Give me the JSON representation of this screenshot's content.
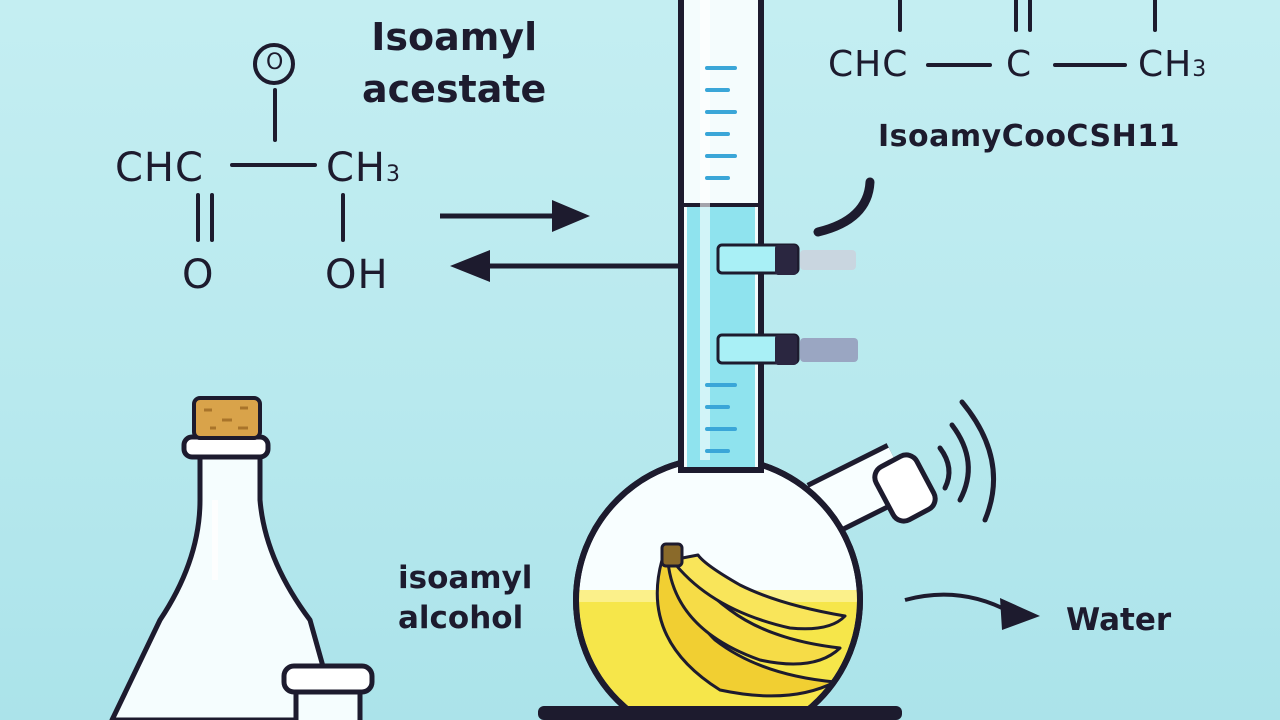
{
  "title": {
    "line1": "Isoamyl",
    "line2": "acestate"
  },
  "left_structure": {
    "top_oxygen": "O",
    "left_group": "CHC",
    "right_group": "CH",
    "right_subscript": "3",
    "bottom_left": "O",
    "bottom_right": "OH"
  },
  "right_structure": {
    "left_group": "CHC",
    "center_atom": "C",
    "right_group": "CH",
    "right_subscript": "3"
  },
  "formula_label": "IsoamyCooCSH11",
  "alcohol_label": {
    "line1": "isoamyl",
    "line2": "alcohol"
  },
  "water_label": "Water",
  "colors": {
    "background": "#bfecf1",
    "ink": "#1d1b2e",
    "glass": "#ffffff",
    "liquid_column": "#8fe3ee",
    "flask_liquid": "#f6e64a",
    "banana": "#f3d63a",
    "cork": "#d9a34a",
    "tick_marks": "#3aa6d8"
  },
  "icons": [
    "banana-icon",
    "cork-icon",
    "sound-waves-icon",
    "arrow-icon"
  ]
}
